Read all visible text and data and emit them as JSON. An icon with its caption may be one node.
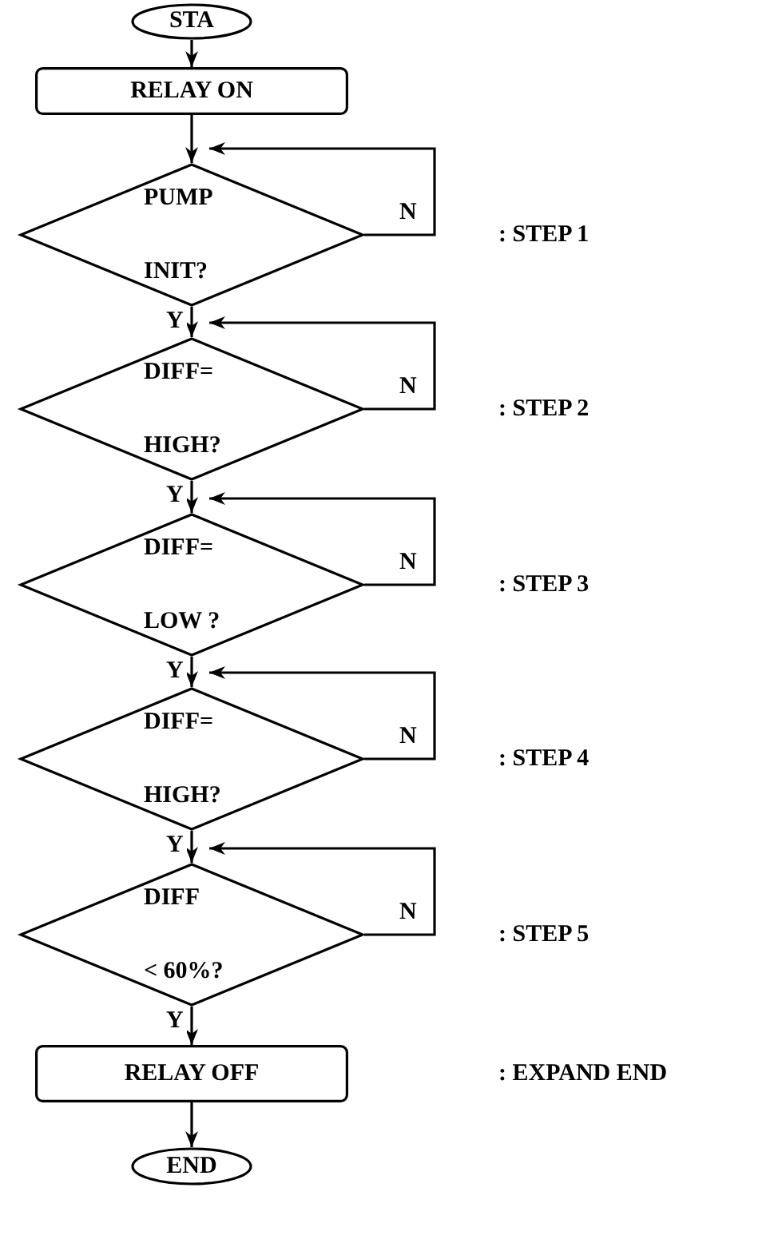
{
  "diagram": {
    "nodes": [
      {
        "text": [
          "STA"
        ]
      },
      {
        "text": [
          "RELAY ON"
        ]
      },
      {
        "text": [
          "PUMP INIT?"
        ]
      },
      {
        "text": [
          "DIFF= HIGH?"
        ]
      },
      {
        "text": [
          "DIFF= LOW ?"
        ]
      },
      {
        "text": [
          "DIFF= HIGH?"
        ]
      },
      {
        "text": [
          "DIFF < 60%?"
        ]
      },
      {
        "text": [
          "RELAY OFF"
        ]
      },
      {
        "text": [
          "END"
        ]
      }
    ],
    "edges": [
      {
        "from": 0,
        "to": 1,
        "arrow": "to"
      },
      {
        "from": 1,
        "to": 2,
        "arrow": "to"
      },
      {
        "from": 2,
        "to": 2,
        "arrow": "to",
        "label": "N"
      },
      {
        "from": 2,
        "to": 3,
        "arrow": "to",
        "label": "Y"
      },
      {
        "from": 3,
        "to": 3,
        "arrow": "to",
        "label": "N"
      },
      {
        "from": 3,
        "to": 4,
        "arrow": "to",
        "label": "Y"
      },
      {
        "from": 4,
        "to": 4,
        "arrow": "to",
        "label": "N"
      },
      {
        "from": 4,
        "to": 5,
        "arrow": "to",
        "label": "Y"
      },
      {
        "from": 5,
        "to": 5,
        "arrow": "to",
        "label": "N"
      },
      {
        "from": 5,
        "to": 6,
        "arrow": "to",
        "label": "Y"
      },
      {
        "from": 6,
        "to": 6,
        "arrow": "to",
        "label": "N"
      },
      {
        "from": 6,
        "to": 7,
        "arrow": "to",
        "label": "Y"
      },
      {
        "from": 7,
        "to": 8,
        "arrow": "to"
      }
    ],
    "labels": [
      ": STEP 1",
      ": STEP 2",
      ": STEP 3",
      ": STEP 4",
      ": STEP 5",
      ": EXPAND END"
    ]
  }
}
